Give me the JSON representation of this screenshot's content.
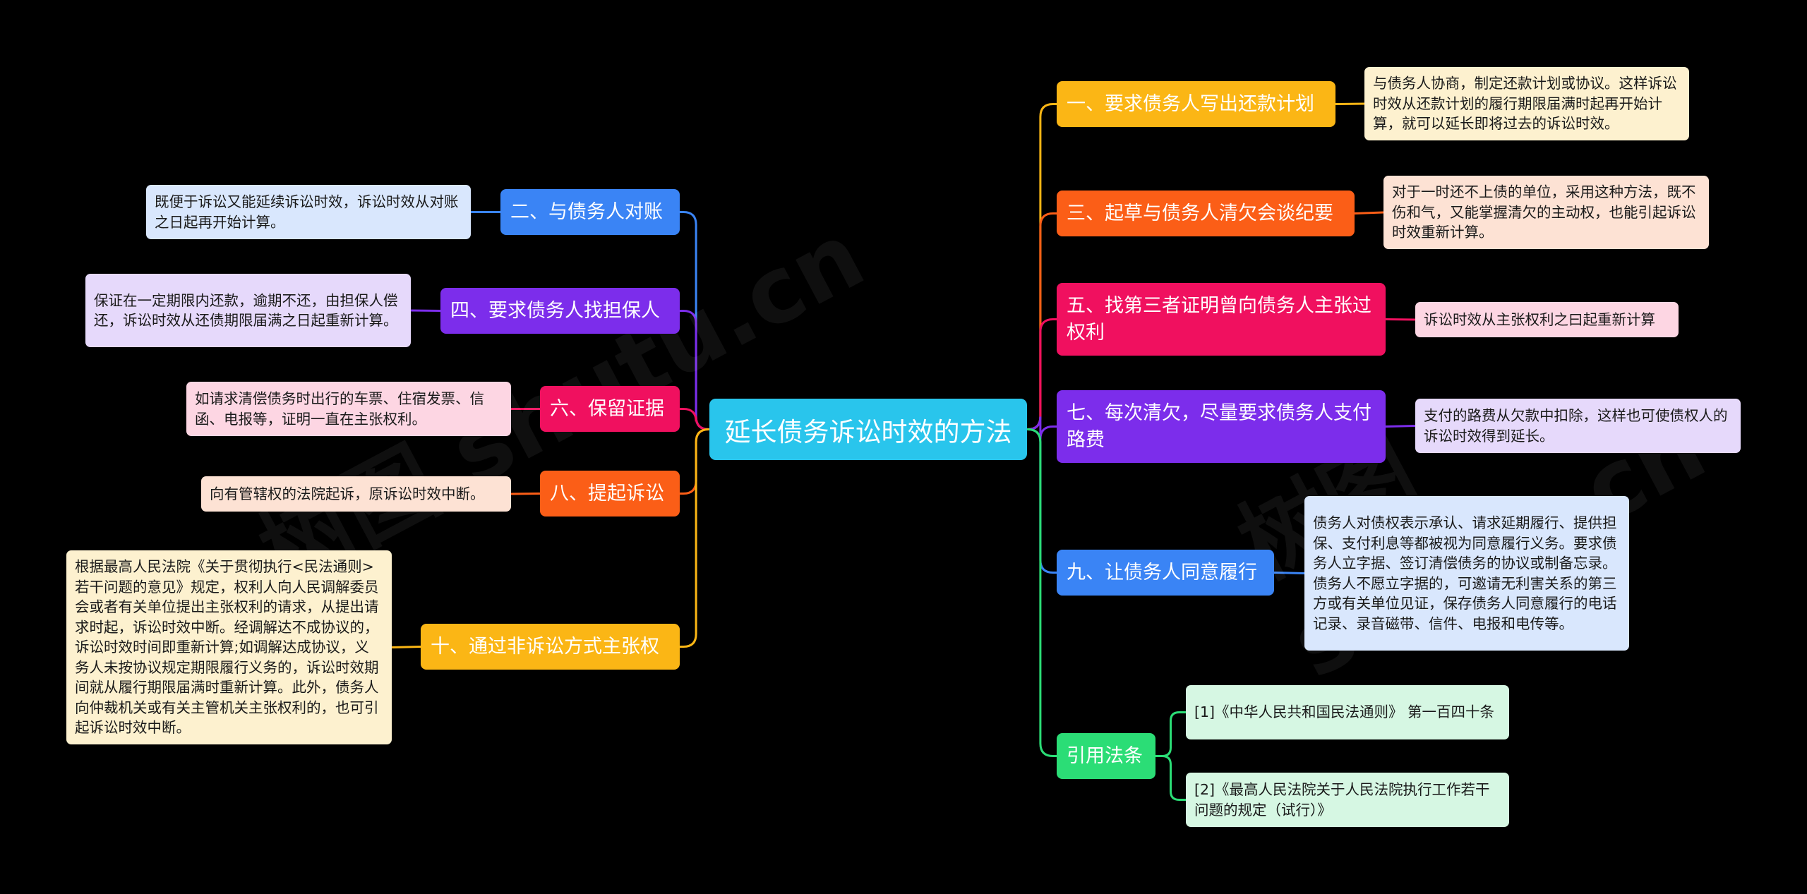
{
  "root": {
    "label": "延长债务诉讼时效的方法"
  },
  "colors": {
    "yellow": "#fbb615",
    "orange": "#fb5e17",
    "pink": "#f0105f",
    "purple": "#7c2deb",
    "blue": "#3a84f5",
    "green": "#2bdd76",
    "rootBg": "#29c5ec"
  },
  "right": [
    {
      "id": "b1",
      "label": "一、要求债务人写出还款计划",
      "color": "yellow",
      "leafBg": "#fdf1cf",
      "leaves": [
        "与债务人协商，制定还款计划或协议。这样诉讼时效从还款计划的履行期限届满时起再开始计算，就可以延长即将过去的诉讼时效。"
      ]
    },
    {
      "id": "b3",
      "label": "三、起草与债务人清欠会谈纪要",
      "color": "orange",
      "leafBg": "#fde2d4",
      "leaves": [
        "对于一时还不上债的单位，采用这种方法，既不伤和气，又能掌握清欠的主动权，也能引起诉讼时效重新计算。"
      ]
    },
    {
      "id": "b5",
      "label": "五、找第三者证明曾向债务人主张过权利",
      "color": "pink",
      "leafBg": "#fdd6e3",
      "leaves": [
        "诉讼时效从主张权利之曰起重新计算"
      ]
    },
    {
      "id": "b7",
      "label": "七、每次清欠，尽量要求债务人支付路费",
      "color": "purple",
      "leafBg": "#e6d9fb",
      "leaves": [
        "支付的路费从欠款中扣除，这样也可使债权人的诉讼时效得到延长。"
      ]
    },
    {
      "id": "b9",
      "label": "九、让债务人同意履行",
      "color": "blue",
      "leafBg": "#d9e7fd",
      "leaves": [
        "债务人对债权表示承认、请求延期履行、提供担保、支付利息等都被视为同意履行义务。要求债务人立字据、签订清偿债务的协议或制备忘录。债务人不愿立字据的，可邀请无利害关系的第三方或有关单位见证，保存债务人同意履行的电话记录、录音磁带、信件、电报和电传等。"
      ]
    },
    {
      "id": "bref",
      "label": "引用法条",
      "color": "green",
      "leafBg": "#d6f7e3",
      "leaves": [
        "[1]《中华人民共和国民法通则》 第一百四十条",
        "[2]《最高人民法院关于人民法院执行工作若干问题的规定（试行）》"
      ]
    }
  ],
  "left": [
    {
      "id": "b2",
      "label": "二、与债务人对账",
      "color": "blue",
      "leafBg": "#d9e7fd",
      "leaves": [
        "既便于诉讼又能延续诉讼时效，诉讼时效从对账之日起再开始计算。"
      ]
    },
    {
      "id": "b4",
      "label": "四、要求债务人找担保人",
      "color": "purple",
      "leafBg": "#e6d9fb",
      "leaves": [
        "保证在一定期限内还款，逾期不还，由担保人偿还，诉讼时效从还债期限届满之日起重新计算。"
      ]
    },
    {
      "id": "b6",
      "label": "六、保留证据",
      "color": "pink",
      "leafBg": "#fdd6e3",
      "leaves": [
        "如请求清偿债务时出行的车票、住宿发票、信函、电报等，证明一直在主张权利。"
      ]
    },
    {
      "id": "b8",
      "label": "八、提起诉讼",
      "color": "orange",
      "leafBg": "#fde2d4",
      "leaves": [
        "向有管辖权的法院起诉，原诉讼时效中断。"
      ]
    },
    {
      "id": "b10",
      "label": "十、通过非诉讼方式主张权",
      "color": "yellow",
      "leafBg": "#fdf1cf",
      "leaves": [
        "根据最高人民法院《关于贯彻执行<民法通则>若干问题的意见》规定，权利人向人民调解委员会或者有关单位提出主张权利的请求，从提出请求时起，诉讼时效中断。经调解达不成协议的，诉讼时效时间即重新计算;如调解达成协议，义务人未按协议规定期限履行义务的，诉讼时效期间就从履行期限届满时重新计算。此外，债务人向仲裁机关或有关主管机关主张权利的，也可引起诉讼时效中断。"
      ]
    }
  ],
  "watermark": [
    "树图 shutu.cn",
    "树图 shutu.cn"
  ]
}
